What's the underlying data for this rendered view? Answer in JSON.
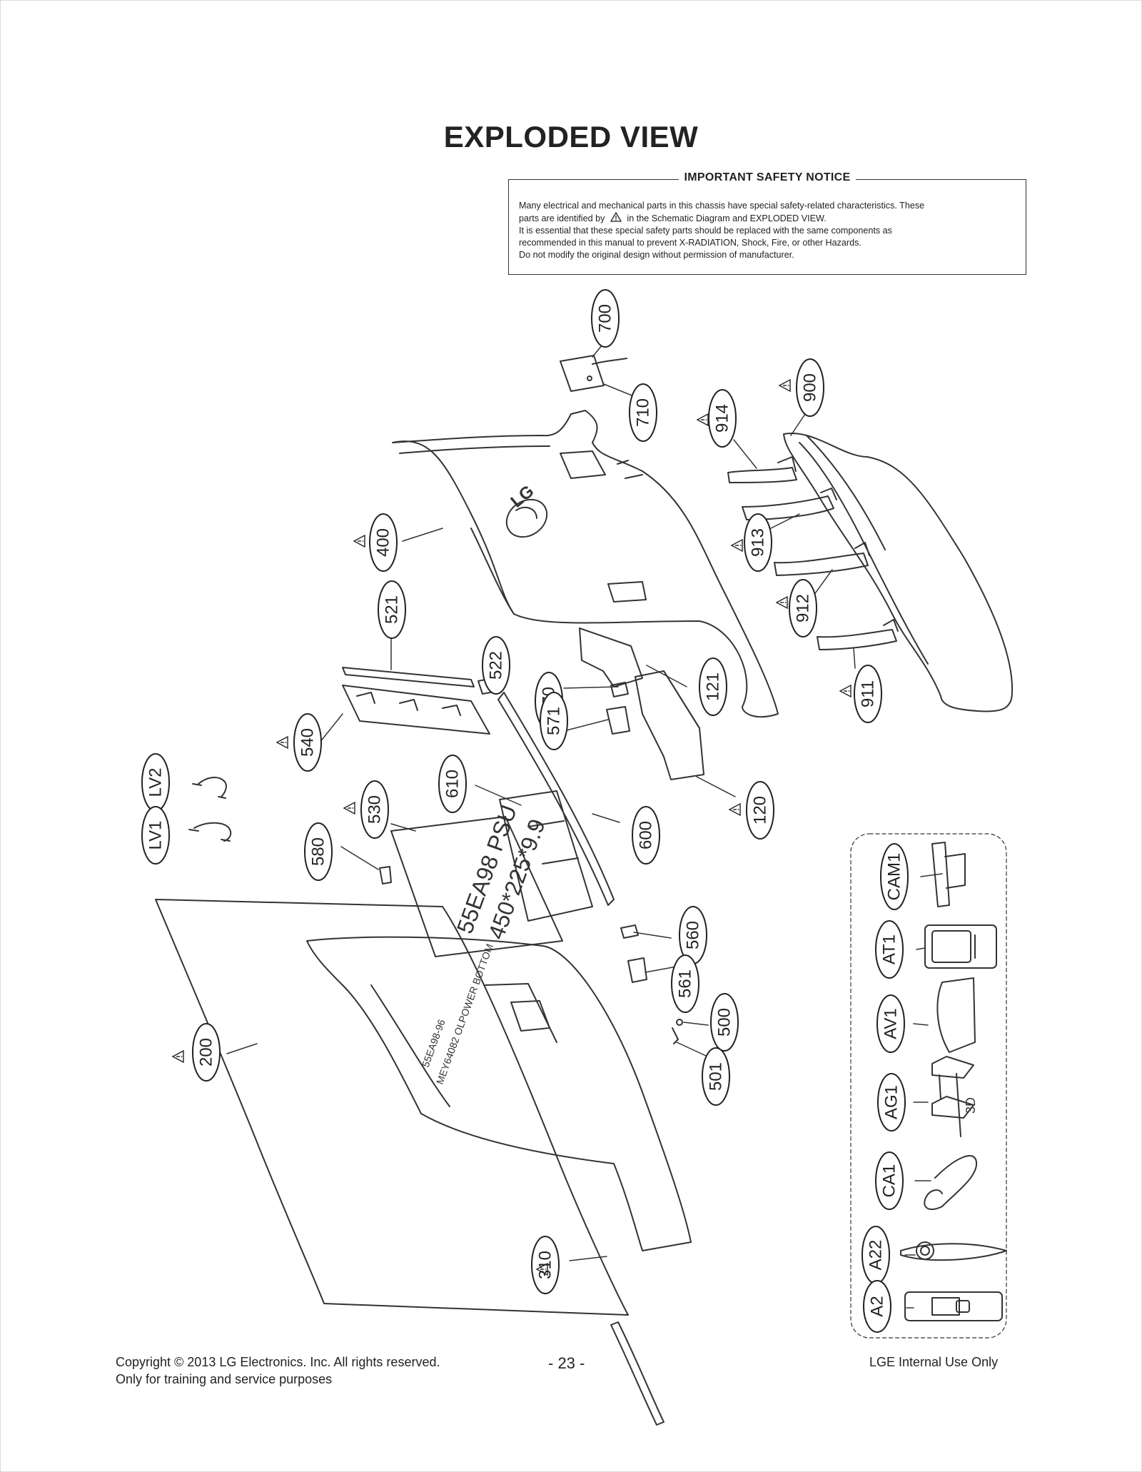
{
  "page_title": "EXPLODED VIEW",
  "safety_notice": {
    "title": "IMPORTANT SAFETY NOTICE",
    "line1": "Many electrical and mechanical parts in this chassis have special safety-related characteristics. These",
    "line2_before": "parts are identified by",
    "line2_after": "in the Schematic Diagram and EXPLODED VIEW.",
    "line3": "It is essential that these special safety parts should be replaced with the same components as",
    "line4": "recommended in this manual to prevent X-RADIATION, Shock, Fire, or other Hazards.",
    "line5": "Do not modify the original design without permission of manufacturer."
  },
  "diagram_text": {
    "lg_logo": "LG",
    "psu_label": "55EA98  PSU",
    "psu_code": "450*225*9.9",
    "bottom_text_1": "55EA98-96",
    "bottom_text_2": "MEY64082 OLPOWER BOTTOM",
    "glasses_label": "3D"
  },
  "callouts": [
    {
      "label": "700",
      "warning": false
    },
    {
      "label": "710",
      "warning": false
    },
    {
      "label": "900",
      "warning": true
    },
    {
      "label": "914",
      "warning": true
    },
    {
      "label": "913",
      "warning": true
    },
    {
      "label": "912",
      "warning": true
    },
    {
      "label": "911",
      "warning": true
    },
    {
      "label": "400",
      "warning": true
    },
    {
      "label": "521",
      "warning": false
    },
    {
      "label": "522",
      "warning": false
    },
    {
      "label": "570",
      "warning": false
    },
    {
      "label": "121",
      "warning": false
    },
    {
      "label": "571",
      "warning": false
    },
    {
      "label": "540",
      "warning": true
    },
    {
      "label": "120",
      "warning": true
    },
    {
      "label": "LV2",
      "warning": false
    },
    {
      "label": "LV1",
      "warning": false
    },
    {
      "label": "610",
      "warning": false
    },
    {
      "label": "530",
      "warning": true
    },
    {
      "label": "600",
      "warning": false
    },
    {
      "label": "580",
      "warning": false
    },
    {
      "label": "560",
      "warning": false
    },
    {
      "label": "561",
      "warning": false
    },
    {
      "label": "500",
      "warning": false
    },
    {
      "label": "501",
      "warning": false
    },
    {
      "label": "200",
      "warning": true
    },
    {
      "label": "310",
      "warning": true
    },
    {
      "label": "CAM1",
      "warning": false
    },
    {
      "label": "AT1",
      "warning": false
    },
    {
      "label": "AV1",
      "warning": false
    },
    {
      "label": "AG1",
      "warning": false
    },
    {
      "label": "CA1",
      "warning": false
    },
    {
      "label": "A22",
      "warning": false
    },
    {
      "label": "A2",
      "warning": false
    }
  ],
  "footer": {
    "copyright": "Copyright  © 2013 LG Electronics. Inc. All rights reserved.",
    "training": "Only for training and service purposes",
    "page_number": "- 23 -",
    "internal": "LGE Internal Use Only"
  }
}
